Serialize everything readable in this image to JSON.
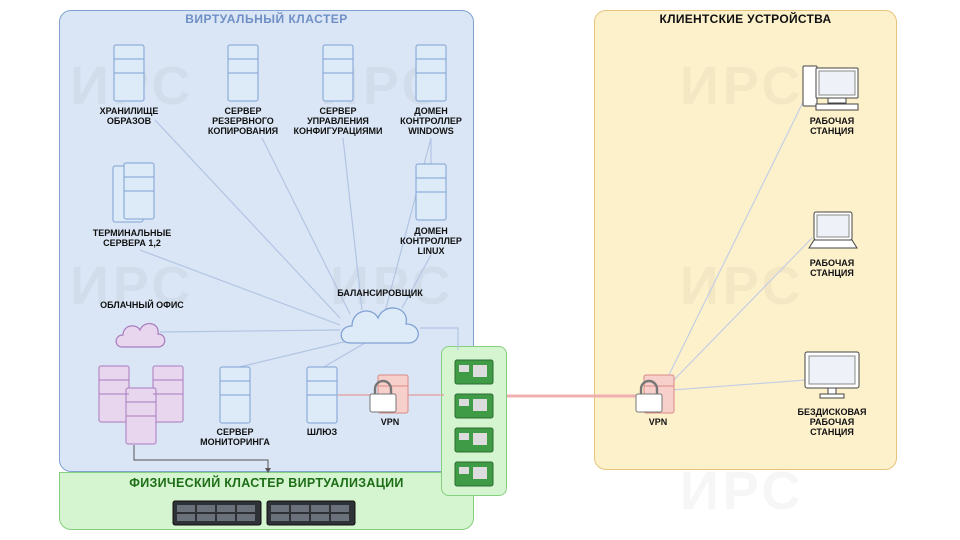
{
  "panels": {
    "virtual_cluster": "ВИРТУАЛЬНЫЙ КЛАСТЕР",
    "physical_cluster": "ФИЗИЧЕСКИЙ КЛАСТЕР ВИРТУАЛИЗАЦИИ",
    "clients": "КЛИЕНТСКИЕ УСТРОЙСТВА"
  },
  "nodes": {
    "image_storage": [
      "ХРАНИЛИЩЕ",
      "ОБРАЗОВ"
    ],
    "backup_server": [
      "СЕРВЕР",
      "РЕЗЕРВНОГО",
      "КОПИРОВАНИЯ"
    ],
    "config_server": [
      "СЕРВЕР",
      "УПРАВЛЕНИЯ",
      "КОНФИГУРАЦИЯМИ"
    ],
    "dc_windows": [
      "ДОМЕН",
      "КОНТРОЛЛЕР",
      "WINDOWS"
    ],
    "terminal_servers": [
      "ТЕРМИНАЛЬНЫЕ",
      "СЕРВЕРА 1,2"
    ],
    "dc_linux": [
      "ДОМЕН",
      "КОНТРОЛЛЕР",
      "LINUX"
    ],
    "cloud_office": [
      "ОБЛАЧНЫЙ ОФИС"
    ],
    "balancer": [
      "БАЛАНСИРОВЩИК"
    ],
    "monitoring": [
      "СЕРВЕР",
      "МОНИТОРИНГА"
    ],
    "gateway": [
      "ШЛЮЗ"
    ],
    "vpn_left": [
      "VPN"
    ],
    "vpn_right": [
      "VPN"
    ],
    "ws1": [
      "РАБОЧАЯ",
      "СТАНЦИЯ"
    ],
    "ws2": [
      "РАБОЧАЯ",
      "СТАНЦИЯ"
    ],
    "ws3": [
      "БЕЗДИСКОВАЯ",
      "РАБОЧАЯ",
      "СТАНЦИЯ"
    ]
  },
  "watermark": "ИРС",
  "colors": {
    "virtual_fill": "#dae6f5",
    "virtual_border": "#7fa2d2",
    "physical_fill": "#d5f5d0",
    "clients_fill": "#fdf1cc",
    "server_fill": "#ddeaf8",
    "cloud_office_fill": "#e8d6ef",
    "vpn_fill": "#f7d0cc",
    "vpn_link": "#e88"
  }
}
